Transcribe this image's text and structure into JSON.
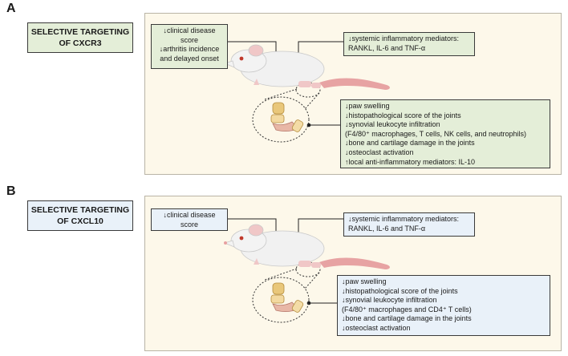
{
  "panel_a": {
    "letter": "A",
    "title_line1": "SELECTIVE TARGETING",
    "title_line2": "OF CXCR3",
    "left_box": [
      "↓clinical disease",
      "score",
      "↓arthritis incidence",
      "and delayed onset"
    ],
    "systemic_box": [
      "↓systemic inflammatory mediators:",
      "RANKL, IL-6 and TNF-α"
    ],
    "joint_box": [
      "↓paw swelling",
      "↓histopathological score of the joints",
      "↓synovial leukocyte infiltration",
      "(F4/80⁺ macrophages, T cells, NK cells, and neutrophils)",
      "↓bone and cartilage damage in the joints",
      "↓osteoclast activation",
      "↑local anti-inflammatory mediators: IL-10"
    ]
  },
  "panel_b": {
    "letter": "B",
    "title_line1": "SELECTIVE TARGETING",
    "title_line2": "OF CXCL10",
    "left_box": [
      "↓clinical disease",
      "score"
    ],
    "systemic_box": [
      "↓systemic inflammatory mediators:",
      "RANKL, IL-6 and TNF-α"
    ],
    "joint_box": [
      "↓paw swelling",
      "↓histopathological score of the joints",
      "↓synovial leukocyte infiltration",
      "(F4/80⁺ macrophages and CD4⁺ T cells)",
      "↓bone and cartilage damage in the joints",
      "↓osteoclast activation"
    ]
  },
  "colors": {
    "panel_bg": "#fdf8ea",
    "panel_a_box": "#e4eed8",
    "panel_b_box": "#e9f1f9",
    "mouse_body": "#f1f1f1",
    "mouse_tail": "#e7a3a3"
  }
}
